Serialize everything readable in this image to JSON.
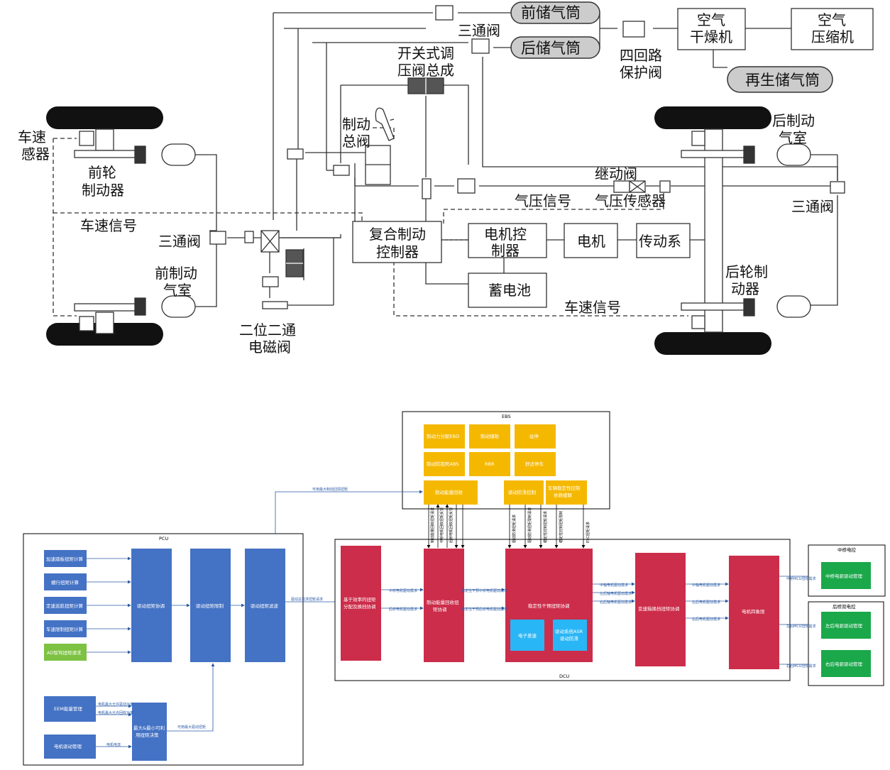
{
  "top_diagram": {
    "labels": {
      "front_tank": "前储气筒",
      "rear_tank": "后储气筒",
      "three_way_valve_top": "三通阀",
      "air_dryer_l1": "空气",
      "air_dryer_l2": "干燥机",
      "air_compressor_l1": "空气",
      "air_compressor_l2": "压缩机",
      "four_circuit_l1": "四回路",
      "four_circuit_l2": "保护阀",
      "regen_tank": "再生储气筒",
      "switch_valve_l1": "开关式调",
      "switch_valve_l2": "压阀总成",
      "speed_sensor_l1": "车速",
      "speed_sensor_l2": "感器",
      "front_brake_l1": "前轮",
      "front_brake_l2": "制动器",
      "brake_master_l1": "制动",
      "brake_master_l2": "总阀",
      "rear_chamber_l1": "后制动",
      "rear_chamber_l2": "气室",
      "relay_valve": "继动阀",
      "pressure_signal": "气压信号",
      "pressure_sensor": "气压传感器",
      "three_way_valve_right": "三通阀",
      "speed_signal_left": "车速信号",
      "three_way_valve_left": "三通阀",
      "composite_ctrl_l1": "复合制动",
      "composite_ctrl_l2": "控制器",
      "motor_ctrl_l1": "电机控",
      "motor_ctrl_l2": "制器",
      "motor": "电机",
      "drivetrain": "传动系",
      "front_chamber_l1": "前制动",
      "front_chamber_l2": "气室",
      "battery": "蓄电池",
      "rear_brake_l1": "后轮制",
      "rear_brake_l2": "动器",
      "speed_signal_right": "车速信号",
      "solenoid_l1": "二位二通",
      "solenoid_l2": "电磁阀"
    }
  },
  "bottom_diagram": {
    "ebs": {
      "title": "EBS",
      "blocks": [
        "制动力分配EBD",
        "制动辅助",
        "驻停",
        "制动防抱死ABS",
        "RBR",
        "舒适停车",
        "制动能量回收",
        "驱动防滑控制",
        "车辆稳定性控制\n依赖缓解"
      ]
    },
    "pcu": {
      "title": "PCU",
      "inputs": [
        "加速踏板扭矩计算",
        "蠕行扭矩计算",
        "定速巡航扭矩计算",
        "车速限制扭矩计算",
        "AD智驾扭矩请求"
      ],
      "stages": [
        "驱动扭矩协调",
        "驱动扭矩限制",
        "驱动扭矩滤波"
      ],
      "eem": "EEM能量管理",
      "motor_mgmt": "电机驱动管理",
      "decision_l1": "最大&最小可利",
      "decision_l2": "用扭矩决策",
      "arrow_labels": [
        "电机最大允许驱动功率",
        "电机最大允许回收功率",
        "电机电流",
        "可用最大驱动扭矩"
      ],
      "top_link_label": "可用最大制动回馈扭矩"
    },
    "dcu": {
      "title": "DCU",
      "blocks": [
        "基于效率的扭矩\n分配及换挡协调",
        "制动能量回收扭\n矩协调",
        "稳定性干预扭矩协调",
        "变速箱换挡扭矩协调",
        "电机四象限"
      ],
      "sub_blocks": [
        "电子差速",
        "驱动系统ASR\n驱动防滑"
      ],
      "link_label_pcu": "驱动总需求扭矩请求",
      "link_labels_a": [
        "中桥电机驱动需求",
        "后桥电机驱动需求"
      ],
      "link_labels_b": [
        "稳定性干预中桥电机驱动需求",
        "稳定性干预后桥电机驱动需求"
      ],
      "link_labels_c": [
        "中轴电机驱动需求",
        "左后轴电机驱动需求",
        "右后轴电机驱动需求"
      ],
      "link_labels_d": [
        "中轴电机驱动需求",
        "左后电机驱动需求",
        "右后电机驱动需求"
      ],
      "vert_labels": [
        "制动能量回收扭矩请求",
        "中桥电机回收扭矩反馈",
        "后桥电机回收扭矩反馈",
        "驱动防滑扭矩请求",
        "驱动防滑扭矩限制请求",
        "稳定性控制扭矩请求",
        "稳定性控制扭矩限制",
        "ESC扭矩请求"
      ]
    },
    "mid_axle": {
      "title": "中桥电控",
      "block": "中桥电驱驱动管理",
      "in_label": "中桥MCU扭矩需求"
    },
    "rear_axle": {
      "title": "后桥双电控",
      "blocks": [
        "左后电驱驱动管理",
        "右后电驱驱动管理"
      ],
      "in_labels": [
        "左后MCU扭矩需求",
        "右后MCU扭矩需求"
      ]
    }
  },
  "colors": {
    "blue": "#4472c4",
    "red": "#cc2d4a",
    "orange": "#f5b800",
    "green": "#1aa84a",
    "lightgreen": "#7dc242",
    "cyan": "#29b6f6"
  }
}
